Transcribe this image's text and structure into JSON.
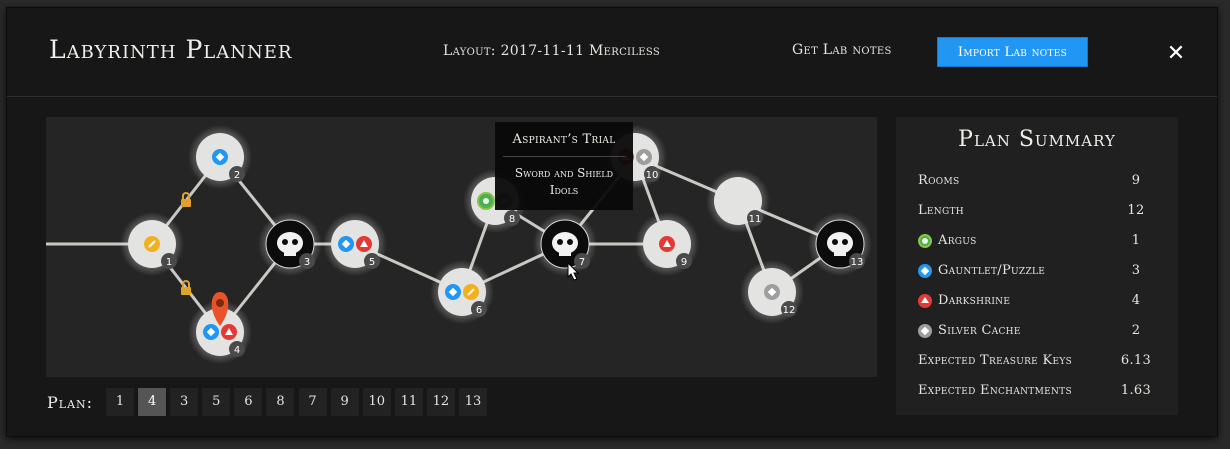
{
  "header": {
    "title": "Labyrinth Planner",
    "layout": "Layout: 2017-11-11 Merciless",
    "get_notes": "Get Lab notes",
    "import_notes": "Import Lab notes",
    "close": "✕"
  },
  "tooltip": {
    "room": "Aspirant’s Trial",
    "detail": "Sword and Shield Idols"
  },
  "map": {
    "rooms": [
      {
        "id": "1",
        "icons": [
          "key"
        ]
      },
      {
        "id": "2",
        "icons": [
          "gauntlet"
        ]
      },
      {
        "id": "3",
        "icons": [
          "trial"
        ]
      },
      {
        "id": "4",
        "icons": [
          "gauntlet",
          "darkshrine"
        ],
        "marker": "location-pin"
      },
      {
        "id": "5",
        "icons": [
          "gauntlet",
          "darkshrine"
        ]
      },
      {
        "id": "6",
        "icons": [
          "gauntlet",
          "key"
        ]
      },
      {
        "id": "7",
        "icons": [
          "trial"
        ],
        "cursor": "hand-pointer"
      },
      {
        "id": "8",
        "icons": [
          "argus",
          "unknown"
        ]
      },
      {
        "id": "9",
        "icons": [
          "darkshrine"
        ]
      },
      {
        "id": "10",
        "icons": [
          "darkshrine",
          "silver"
        ]
      },
      {
        "id": "11",
        "icons": []
      },
      {
        "id": "12",
        "icons": [
          "silver"
        ]
      },
      {
        "id": "13",
        "icons": [
          "trial"
        ]
      }
    ],
    "locks": [
      "lock",
      "lock"
    ]
  },
  "plan": {
    "label": "Plan:",
    "steps": [
      "1",
      "4",
      "3",
      "5",
      "6",
      "8",
      "7",
      "9",
      "10",
      "11",
      "12",
      "13"
    ],
    "active": "4"
  },
  "summary": {
    "title": "Plan Summary",
    "rows": [
      {
        "label": "Rooms",
        "value": "9",
        "icon": ""
      },
      {
        "label": "Length",
        "value": "12",
        "icon": ""
      },
      {
        "label": "Argus",
        "value": "1",
        "icon": "argus"
      },
      {
        "label": "Gauntlet/Puzzle",
        "value": "3",
        "icon": "gauntlet"
      },
      {
        "label": "Darkshrine",
        "value": "4",
        "icon": "darkshrine"
      },
      {
        "label": "Silver Cache",
        "value": "2",
        "icon": "silver"
      },
      {
        "label": "Expected Treasure Keys",
        "value": "6.13",
        "icon": ""
      },
      {
        "label": "Expected Enchantments",
        "value": "1.63",
        "icon": ""
      }
    ]
  },
  "colors": {
    "accent": "#2196f3",
    "gauntlet": "#2196f3",
    "darkshrine": "#e53935",
    "argus": "#4caf50",
    "silver": "#9e9e9e",
    "key": "#f2b01e",
    "pin": "#e8532a"
  }
}
